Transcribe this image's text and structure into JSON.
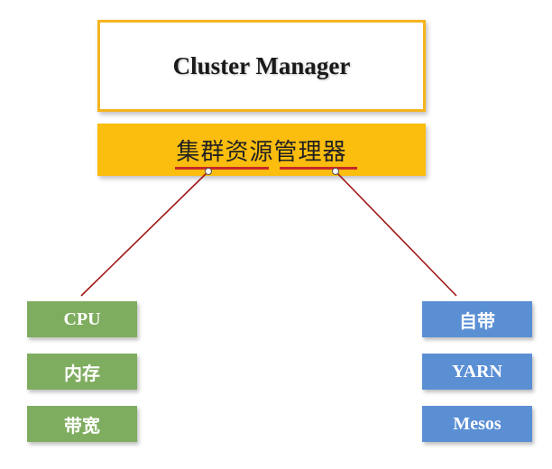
{
  "title": "Cluster Manager",
  "subtitle": "集群资源管理器",
  "left_items": [
    "CPU",
    "内存",
    "带宽"
  ],
  "right_items": [
    "自带",
    "YARN",
    "Mesos"
  ],
  "colors": {
    "title_border": "#f5b41e",
    "subtitle_bg": "#fbbd0e",
    "underline": "#c62828",
    "connector": "#a01818",
    "left_box": "#7fad5f",
    "right_box": "#5b8fd4"
  }
}
